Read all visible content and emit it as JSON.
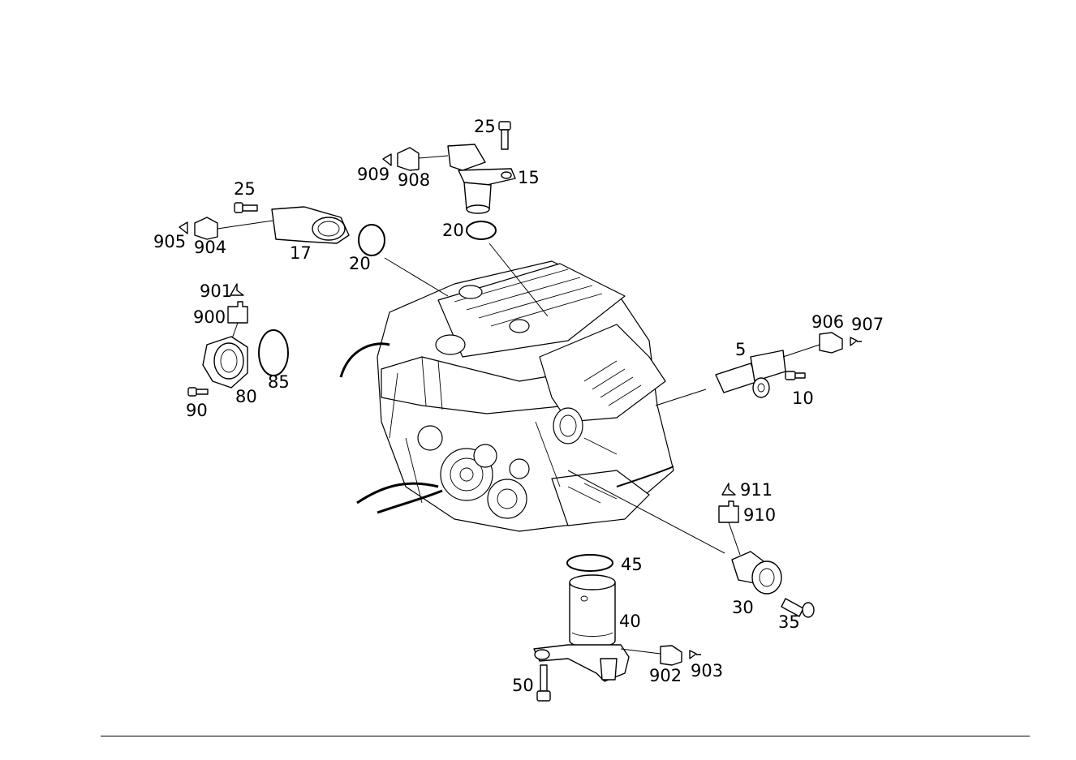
{
  "labels": {
    "l25a": "25",
    "l909": "909",
    "l908": "908",
    "l15": "15",
    "l20a": "20",
    "l25b": "25",
    "l905": "905",
    "l904": "904",
    "l17": "17",
    "l20b": "20",
    "l901": "901",
    "l900": "900",
    "l85": "85",
    "l80": "80",
    "l90": "90",
    "l906": "906",
    "l907": "907",
    "l5": "5",
    "l10": "10",
    "l911": "911",
    "l910": "910",
    "l30": "30",
    "l35": "35",
    "l45": "45",
    "l40": "40",
    "l902": "902",
    "l903": "903",
    "l50": "50"
  }
}
